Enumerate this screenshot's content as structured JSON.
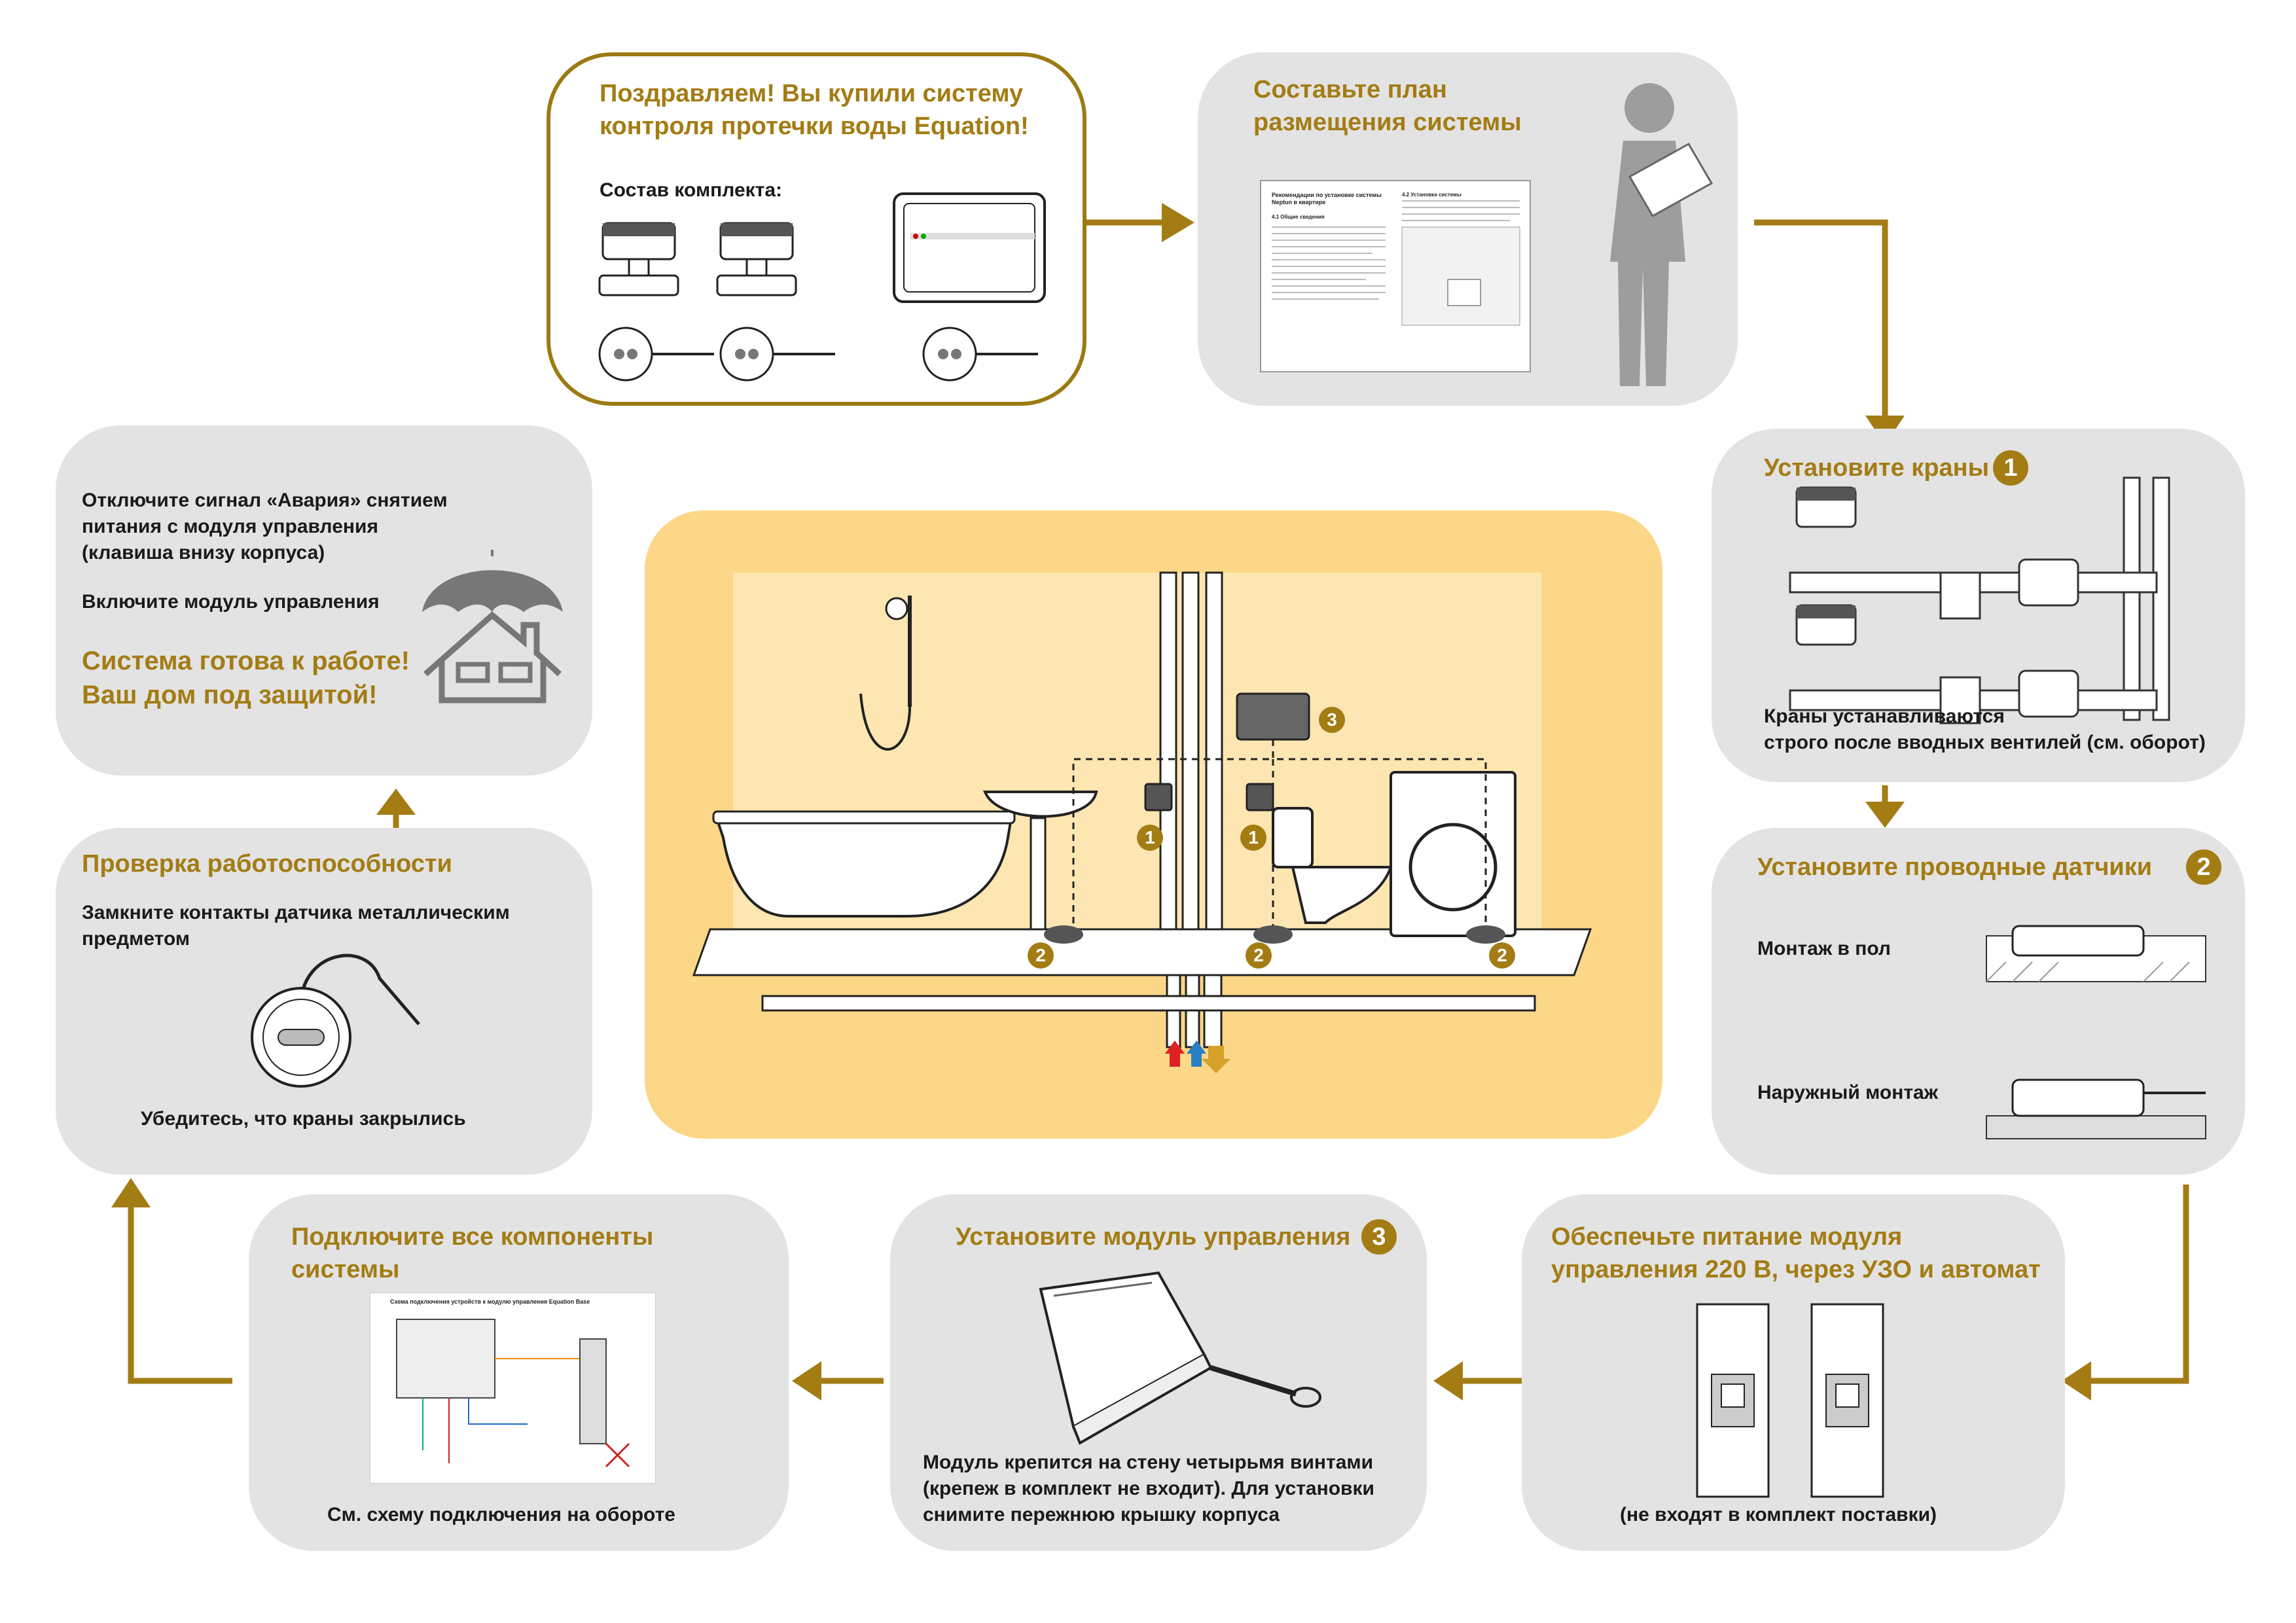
{
  "colors": {
    "gold": "#a37c14",
    "card": "#e3e3e3",
    "center": "#fcd787",
    "text": "#1a1a1a",
    "person": "#9d9d9d"
  },
  "step_start": {
    "title_line1": "Поздравляем! Вы купили систему",
    "title_line2": "контроля протечки воды Equation!",
    "kit_label": "Состав комплекта:"
  },
  "step_plan": {
    "title_line1": "Составьте план",
    "title_line2": "размещения системы",
    "doc_heading": "Рекомендации по установке системы Neptun в квартире",
    "doc_sub1": "4.1 Общие сведения",
    "doc_sub2": "4.2 Установка системы"
  },
  "step_valves": {
    "title": "Установите краны",
    "badge": "1",
    "note_line1": "Краны устанавливаются",
    "note_line2": "строго после вводных вентилей (см. оборот)"
  },
  "step_sensors": {
    "title": "Установите проводные датчики",
    "badge": "2",
    "floor_label": "Монтаж в пол",
    "surface_label": "Наружный монтаж"
  },
  "step_power": {
    "title_line1": "Обеспечьте питание модуля",
    "title_line2": "управления 220 В, через УЗО и автомат",
    "note": "(не входят в комплект поставки)"
  },
  "step_module": {
    "title": "Установите модуль управления",
    "badge": "3",
    "note_line1": "Модуль крепится на стену четырьмя винтами",
    "note_line2": "(крепеж в комплект не входит). Для установки",
    "note_line3": "снимите пережнюю крышку корпуса"
  },
  "step_connect": {
    "title_line1": "Подключите все компоненты",
    "title_line2": "системы",
    "scheme_title": "Схема подключения устройств к модулю управления Equation Base",
    "note": "См. схему подключения на обороте"
  },
  "step_check": {
    "title": "Проверка работоспособности",
    "text_line1": "Замкните контакты датчика металлическим",
    "text_line2": "предметом",
    "note": "Убедитесь, что краны закрылись"
  },
  "step_final": {
    "text_line1": "Отключите сигнал «Авария» снятием",
    "text_line2": "питания с модуля управления",
    "text_line3": "(клавиша внизу корпуса)",
    "text_line4": "Включите модуль управления",
    "ready_line1": "Система готова к работе!",
    "ready_line2": "Ваш дом под защитой!"
  },
  "scene": {
    "badge_valve": "1",
    "badge_sensor": "2",
    "badge_module": "3"
  },
  "icons": [
    "faucet-valve-icon",
    "sensor-icon",
    "control-module-icon",
    "person-reading-icon",
    "umbrella-house-icon",
    "circuit-breaker-icon",
    "rcd-icon"
  ]
}
